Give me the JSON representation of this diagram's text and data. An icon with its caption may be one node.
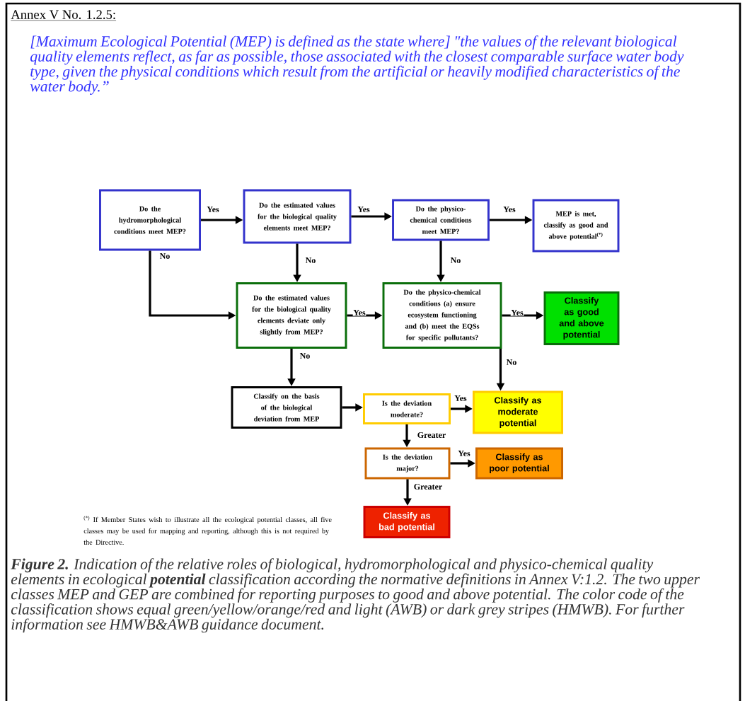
{
  "diagram": {
    "title": "Annex V No. 1.2.5:",
    "caption": "**Figure 2.** Indication of the relative roles of biological, hydromorphological and physico-chemical quality elements in ecological **potential** classification according the normative definitions in Annex V:1.2. The two upper classes MEP and GEP are combined for reporting purposes to good and above potential. The color code of the classification shows equal green/yellow/orange/red and light (AWB) or dark grey stripes (HMWB). For further information see HMWB&AWB guidance document.",
    "nodes": [
      {
        "text": [
          "Do the hydromorphological conditions meet MEP?"
        ]
      },
      {
        "text": [
          "Do the estimated values for the biological quality elements meet MEP?"
        ]
      },
      {
        "text": [
          "Do the physico-chemical conditions meet MEP?"
        ]
      },
      {
        "text": [
          "MEP is met, classify as good and above potential$^{(*)}$"
        ]
      },
      {
        "text": [
          "Do the estimated values for the biological quality elements deviate only slightly from MEP?"
        ]
      },
      {
        "text": [
          "Do the physico-chemical conditions (a) ensure ecosystem functioning and (b) meet the EQSs for specific pollutants?"
        ]
      },
      {
        "text": [
          "Classify as good and above potential"
        ]
      },
      {
        "text": [
          "Classify on the basis of the biological deviation from MEP"
        ]
      },
      {
        "text": [
          "Is the deviation moderate?"
        ]
      },
      {
        "text": [
          "Classify as moderate potential"
        ]
      },
      {
        "text": [
          "Is the deviation major?"
        ]
      },
      {
        "text": [
          "Classify as poor potential"
        ]
      },
      {
        "text": [
          "Classify as bad potential"
        ]
      }
    ],
    "edges": [
      {
        "from": 0,
        "to": 1,
        "arrow": "to",
        "label": "Yes"
      },
      {
        "from": 1,
        "to": 2,
        "arrow": "to",
        "label": "Yes"
      },
      {
        "from": 2,
        "to": 3,
        "arrow": "to",
        "label": "Yes"
      },
      {
        "from": 0,
        "to": 4,
        "arrow": "to",
        "label": "No"
      },
      {
        "from": 1,
        "to": 4,
        "arrow": "to",
        "label": "No"
      },
      {
        "from": 2,
        "to": 5,
        "arrow": "to",
        "label": "No"
      },
      {
        "from": 4,
        "to": 5,
        "arrow": "to",
        "label": "Yes"
      },
      {
        "from": 5,
        "to": 6,
        "arrow": "to",
        "label": "Yes"
      },
      {
        "from": 5,
        "to": 9,
        "arrow": "to",
        "label": "No"
      },
      {
        "from": 4,
        "to": 7,
        "arrow": "to",
        "label": "No"
      },
      {
        "from": 7,
        "to": 8,
        "arrow": "to"
      },
      {
        "from": 8,
        "to": 9,
        "arrow": "to",
        "label": "Yes"
      },
      {
        "from": 8,
        "to": 10,
        "arrow": "to",
        "label": "Greater"
      },
      {
        "from": 10,
        "to": 11,
        "arrow": "to",
        "label": "Yes"
      },
      {
        "from": 10,
        "to": 12,
        "arrow": "to",
        "label": "Greater"
      }
    ],
    "labels": [
      "[Maximum Ecological Potential (MEP) is defined as the state where] \"the values of the relevant biological quality elements reflect, as far as possible, those associated with the closest comparable surface water body type, given the physical conditions which result from the artificial or heavily modified characteristics of the water body.”",
      "$^{(*)}$ If Member States wish to illustrate all the ecological potential classes, all five classes may be used for mapping and reporting, although this is not required by the Directive."
    ]
  }
}
